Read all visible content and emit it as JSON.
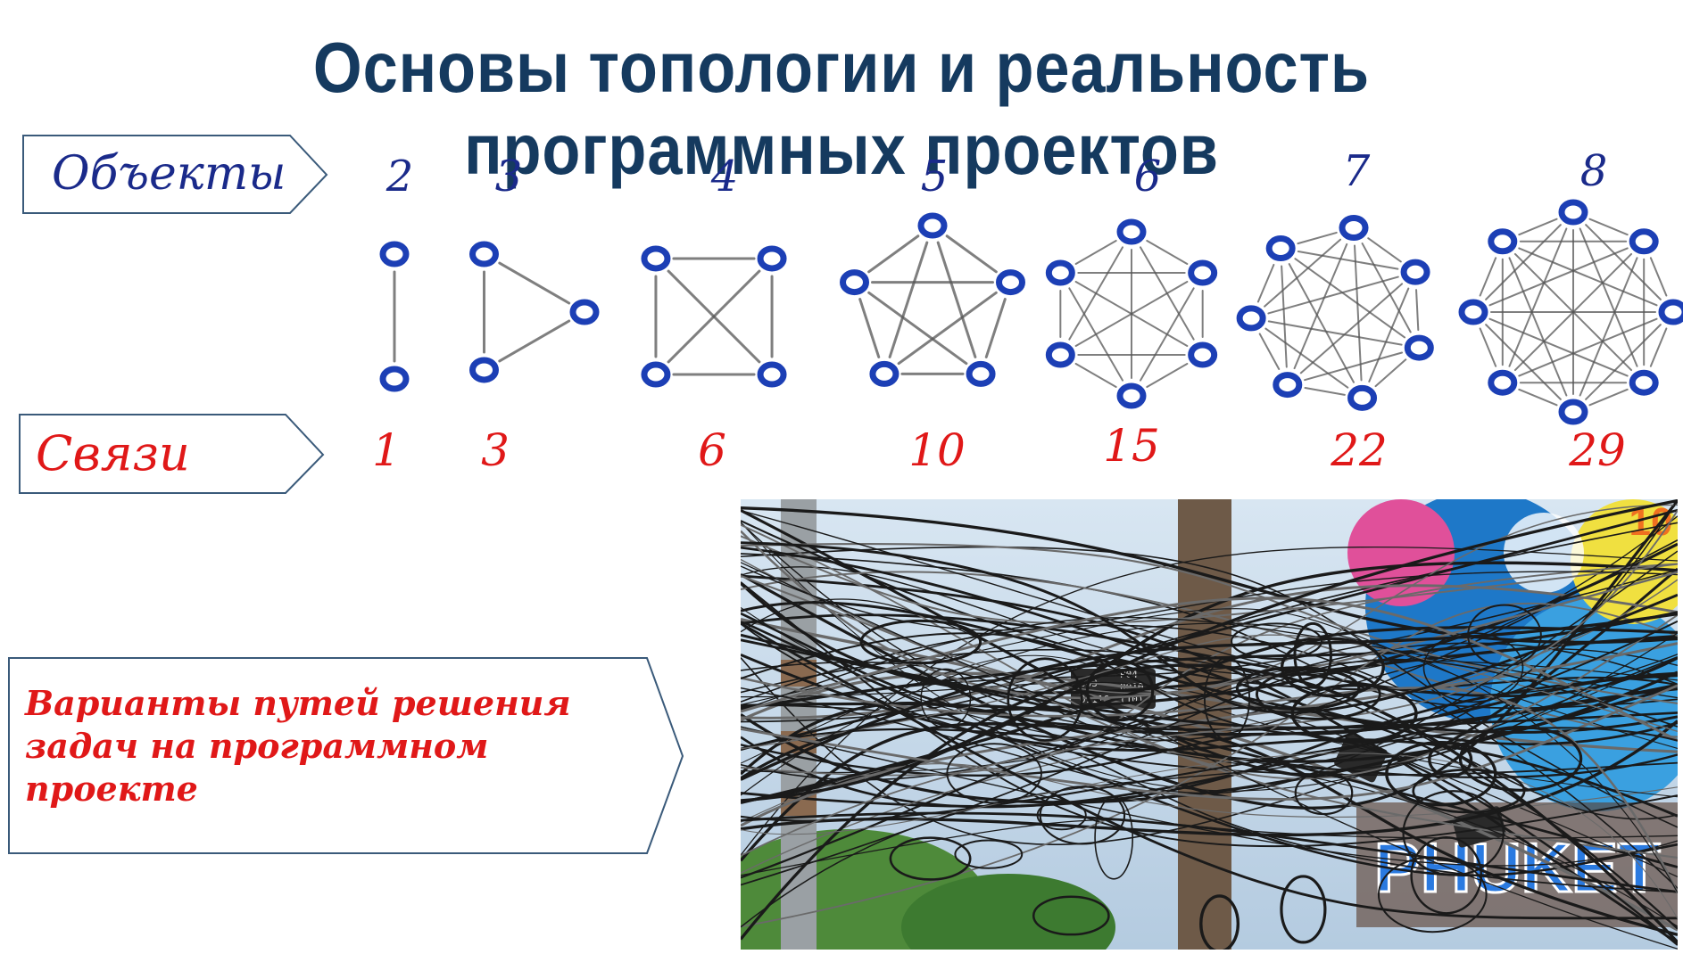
{
  "title": "Основы топологии  и реальность программных проектов",
  "objects_label": "Объекты",
  "links_label": "Связи",
  "variants": {
    "lines": [
      "Варианты путей решения",
      "задач на программном",
      "проекте"
    ]
  },
  "columns": [
    {
      "objects": "2",
      "links": "1"
    },
    {
      "objects": "3",
      "links": "3"
    },
    {
      "objects": "4",
      "links": "6"
    },
    {
      "objects": "5",
      "links": "10"
    },
    {
      "objects": "6",
      "links": "15"
    },
    {
      "objects": "7",
      "links": "22"
    },
    {
      "objects": "8",
      "links": "29"
    }
  ],
  "photo": {
    "sign_text": "PHUKET T",
    "box_text": [
      "003",
      "01116",
      "P04",
      "0010",
      "(10)"
    ],
    "sign_corner": "10"
  },
  "colors": {
    "title": "#153a5f",
    "objects_text": "#1a2a8a",
    "links_text": "#e01818",
    "node": "#1c3fb5",
    "box_border": "#3a5a7a"
  }
}
